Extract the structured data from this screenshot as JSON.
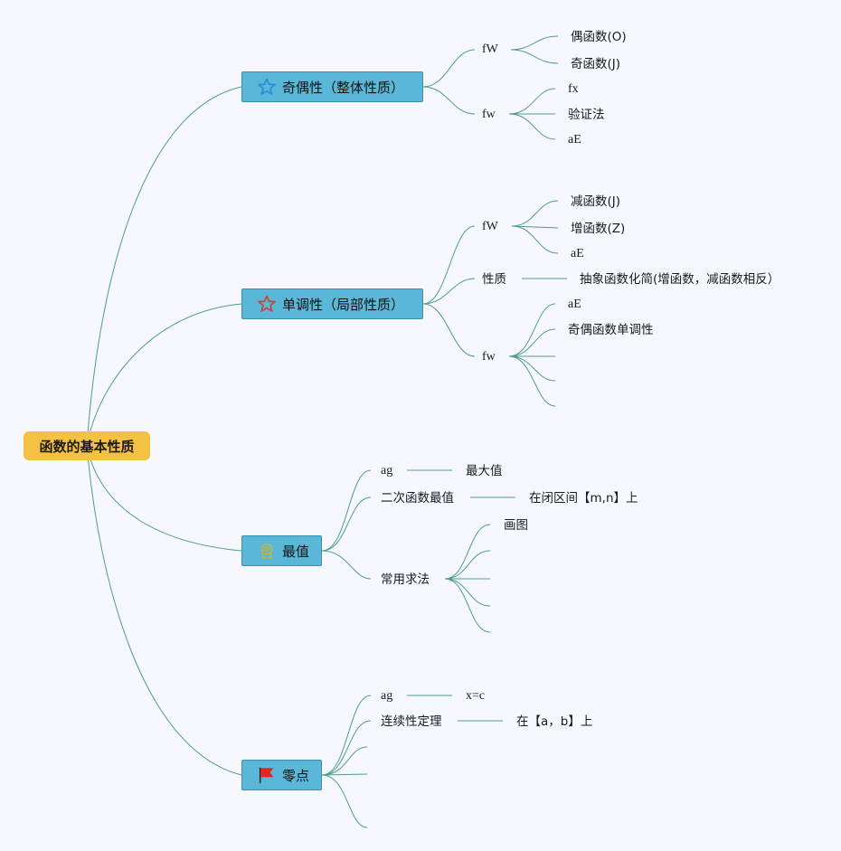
{
  "root": {
    "label": "函数的基本性质"
  },
  "parity": {
    "label": "奇偶性（整体性质）",
    "icon": "star-outline-icon",
    "def": {
      "label": "fW",
      "children": [
        "偶函数(O)",
        "奇函数(J)"
      ]
    },
    "method": {
      "label": "fw",
      "children": [
        "fx",
        "验证法",
        "aE"
      ]
    }
  },
  "monotonic": {
    "label": "单调性（局部性质）",
    "icon": "star-red-outline-icon",
    "def": {
      "label": "fW",
      "children": [
        "减函数(J)",
        "增函数(Z)",
        "aE"
      ]
    },
    "property": {
      "label": "性质",
      "child": "抽象函数化简(增函数，减函数相反）"
    },
    "method": {
      "label": "fw",
      "children": [
        "aE",
        "奇偶函数单调性"
      ]
    }
  },
  "extremum": {
    "label": "最值",
    "icon": "award-medal-icon",
    "ag": {
      "label": "ag",
      "child": "最大值"
    },
    "quadratic": {
      "label": "二次函数最值",
      "child": "在闭区间【m,n】上"
    },
    "methods": {
      "label": "常用求法",
      "children": [
        "画图"
      ]
    }
  },
  "zero": {
    "label": "零点",
    "icon": "red-flag-icon",
    "ag": {
      "label": "ag",
      "child": "x=c"
    },
    "continuity": {
      "label": "连续性定理",
      "child": "在【a，b】上"
    }
  },
  "colors": {
    "root_fill": "#f4c242",
    "main_fill": "#5bb7d8",
    "link": "#4f9b8e"
  }
}
